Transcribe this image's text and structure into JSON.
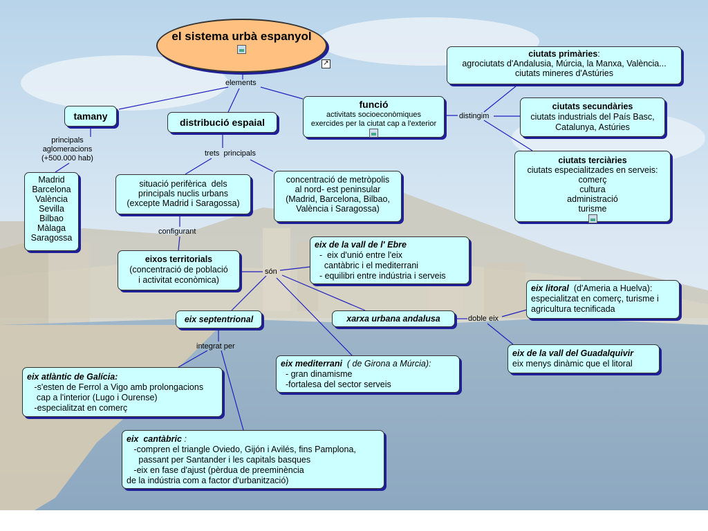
{
  "title": "el sistema urbà espanyol",
  "labels": {
    "elements": "elements",
    "principals": "principals\naglomeracions\n(+500.000 hab)",
    "trets": "trets  principals",
    "distingim": "distingim",
    "configurant": "configurant",
    "son": "són",
    "integrat": "integrat per",
    "doble": "doble eix"
  },
  "nodes": {
    "tamany": "tamany",
    "cities": [
      "Madrid",
      "Barcelona",
      "València",
      "Sevilla",
      "Bilbao",
      "Màlaga",
      "Saragossa"
    ],
    "distribucio": "distribució espaial",
    "funcio": {
      "title": "funció",
      "text": [
        "activitats socioeconòmiques",
        "exercides per la ciutat cap a l'exterior"
      ]
    },
    "primaries": {
      "title": "ciutats primàries",
      "text": [
        "agrociutats d'Andalusia, Múrcia, la Manxa, València...",
        "ciutats mineres d'Astúries"
      ]
    },
    "secundaries": {
      "title": "ciutats secundàries",
      "text": [
        "ciutats industrials del País Basc,",
        "Catalunya, Astúries"
      ]
    },
    "terciaries": {
      "title": "ciutats terciàries",
      "text": [
        "ciutats especialitzades en serveis:",
        "comerç",
        "cultura",
        "administració",
        "turisme"
      ]
    },
    "periferica": [
      "situació perifèrica  dels",
      "principals nuclis urbans",
      "(excepte Madrid i Saragossa)"
    ],
    "concentracio": [
      "concentració de metròpolis",
      "al nord- est peninsular",
      "(Madrid, Barcelona, Bilbao,",
      "València i Saragossa)"
    ],
    "eixos": {
      "title": "eixos territorials",
      "text": [
        "(concentració de població",
        "i activitat econòmica)"
      ]
    },
    "ebre": {
      "title": "eix de la vall de l' Ebre",
      "text": [
        "  -  eix d'unió entre l'eix",
        "    cantàbric i el mediterrani",
        "  - equilibri entre indústria i serveis"
      ]
    },
    "litoral": {
      "title": "eix litoral",
      "title_rest": "  (d'Ameria a Huelva):",
      "text": [
        "especialitzat en comerç, turisme i",
        "agricultura tecnificada"
      ]
    },
    "septentrional": "eix septentrional",
    "andalusa": "xarxa  urbana andalusa",
    "guadalquivir": {
      "title": "eix de la vall del Guadalquivir",
      "text": [
        "eix menys dinàmic que el litoral"
      ]
    },
    "mediterrani": {
      "title": "eix mediterrani",
      "title_rest": "  ( de Girona a Múrcia):",
      "text": [
        "  - gran dinamisme",
        "  -fortalesa del sector serveis"
      ]
    },
    "atlantic": {
      "title": "eix atlàntic de Galícia:",
      "text": [
        "   -s'esten de Ferrol a Vigo amb prolongacions",
        "    cap a l'interior (Lugo i Ourense)",
        "   -especialitzat en comerç"
      ]
    },
    "cantabric": {
      "title": "eix  cantàbric",
      "title_rest": " :",
      "text": [
        "   -compren el triangle Oviedo, Gijón i Avilés, fins Pamplona,",
        "     passant per Santander i les capitals basques",
        "   -eix en fase d'ajust (pèrdua de preeminència",
        "de la indústria com a factor d'urbanització)"
      ]
    }
  },
  "colors": {
    "node_fill": "#ccffff",
    "title_fill": "#ffc080",
    "shadow": "#1f1f9a",
    "link": "#1f1fbf"
  }
}
